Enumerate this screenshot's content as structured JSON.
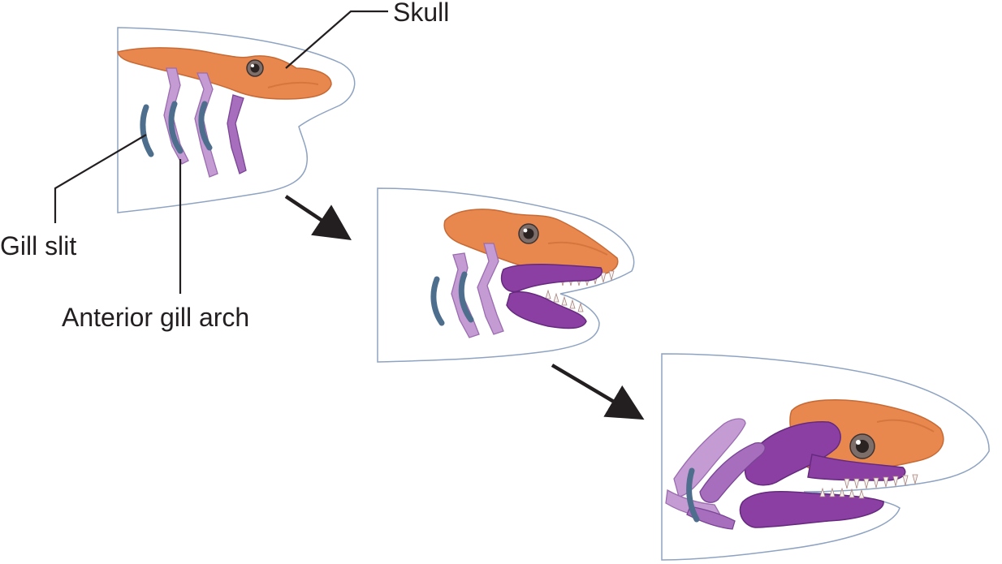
{
  "labels": {
    "skull": "Skull",
    "gill_slit": "Gill slit",
    "anterior_gill_arch": "Anterior gill arch"
  },
  "colors": {
    "skull": "#e8884f",
    "gill_arch": "#8b3fa3",
    "gill_arch_light": "#c59bd3",
    "gill_slit": "#4d6e8c",
    "head": "#c7d4e6"
  }
}
